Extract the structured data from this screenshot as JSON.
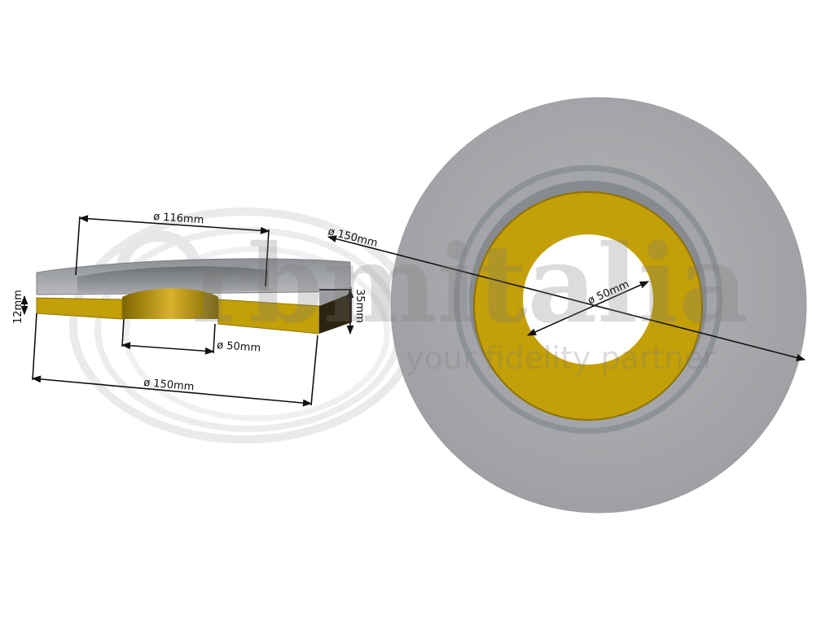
{
  "watermark": {
    "brand": "rbmitalia",
    "tagline": "your fidelity partner",
    "logo": "concentric-arc-logo"
  },
  "side_view": {
    "dimensions": {
      "inner_recess_diameter": "ø 116mm",
      "bore_diameter": "ø 50mm",
      "outer_diameter": "ø 150mm",
      "lining_thickness": "12mm",
      "total_height": "35mm"
    }
  },
  "front_view": {
    "dimensions": {
      "outer_diameter": "ø 150mm",
      "bore_diameter": "ø 50mm"
    }
  },
  "colors": {
    "steel": "#a7a9ab",
    "steel_dark": "#7b7e82",
    "lining": "#c39f08",
    "lining_dark": "#8f7300",
    "dimension": "#111111"
  }
}
